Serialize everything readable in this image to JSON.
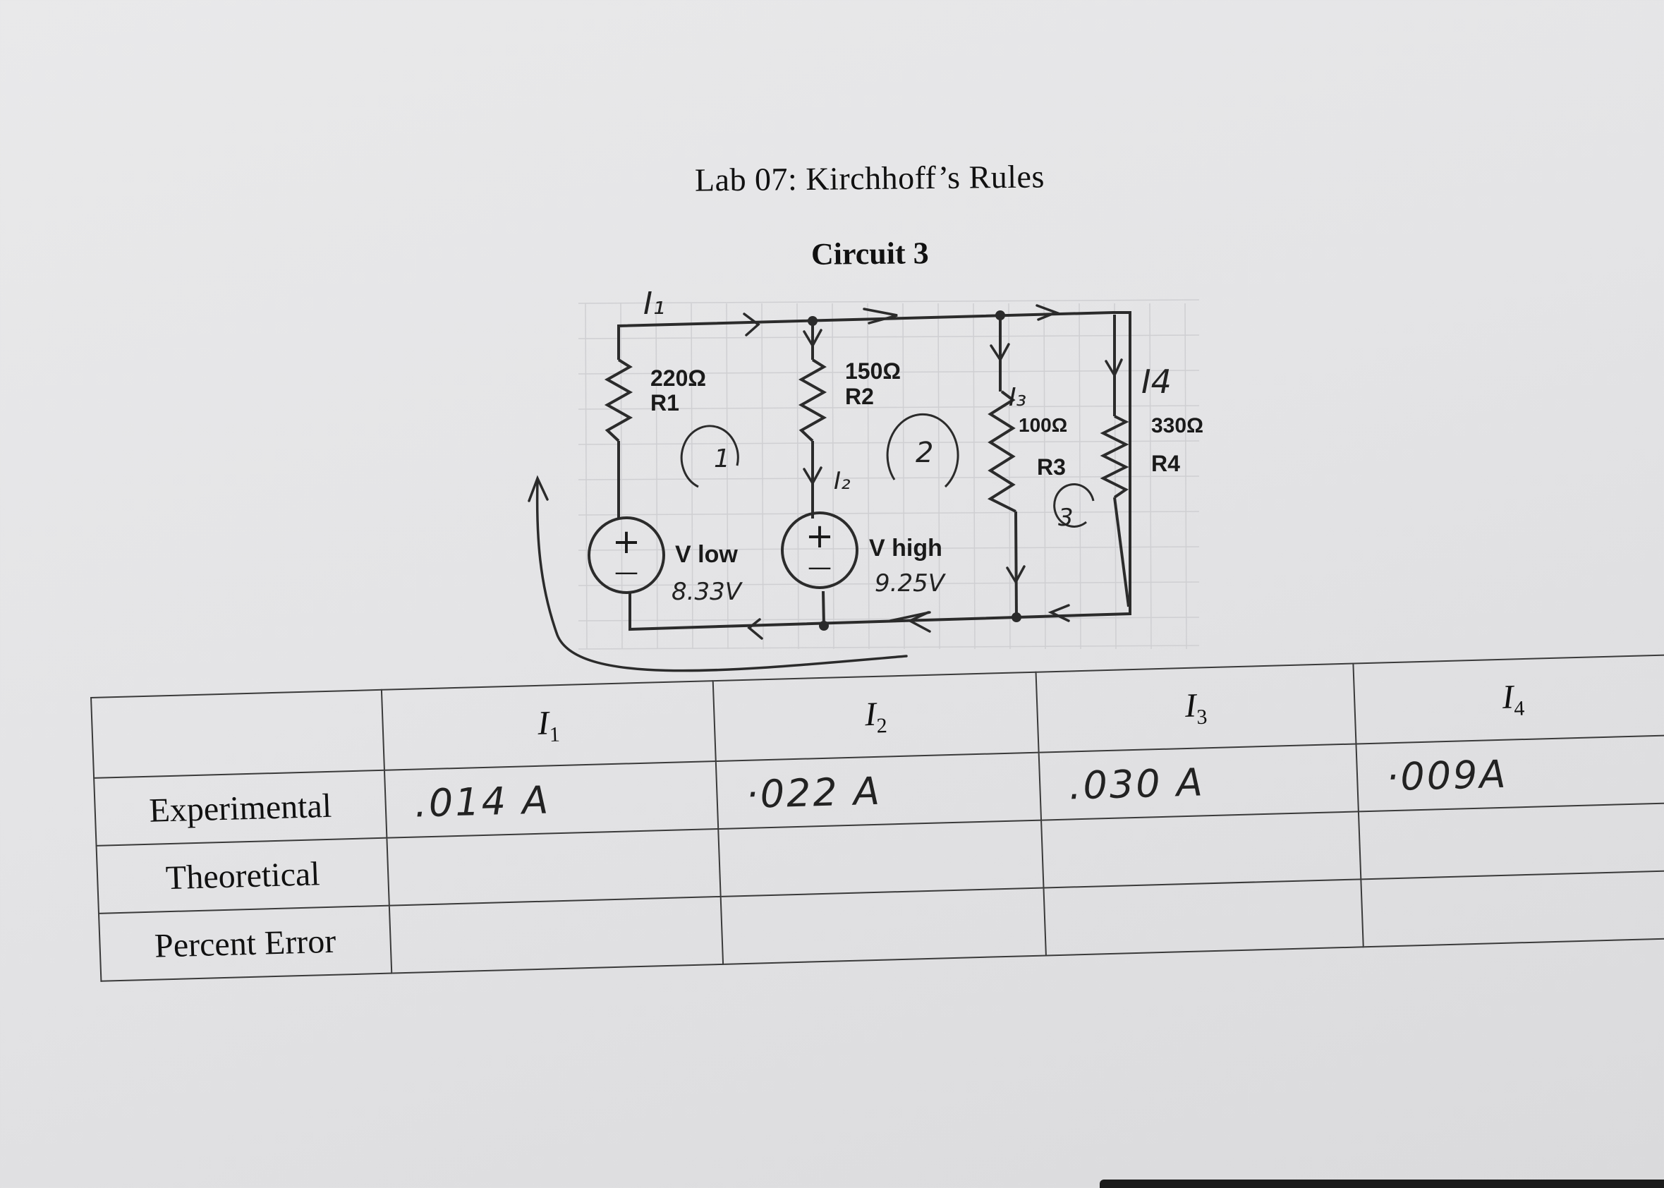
{
  "document": {
    "title": "Lab 07: Kirchhoff’s Rules",
    "subtitle": "Circuit 3"
  },
  "circuit": {
    "r1": {
      "label": "R1",
      "value": "220Ω"
    },
    "r2": {
      "label": "R2",
      "value": "150Ω"
    },
    "r3": {
      "label": "R3",
      "value": "100Ω"
    },
    "r4": {
      "label": "R4",
      "value": "330Ω"
    },
    "v_low": {
      "label": "V low",
      "value": "8.33V"
    },
    "v_high": {
      "label": "V high",
      "value": "9.25V"
    },
    "currents": {
      "i1": "I₁",
      "i2": "I₂",
      "i3": "I₃",
      "i4": "I4"
    },
    "loops": {
      "loop1": "1",
      "loop2": "2",
      "loop3": "3"
    },
    "plus": "+",
    "minus": "—"
  },
  "table": {
    "corner": "",
    "headers": [
      "I",
      "I",
      "I",
      "I"
    ],
    "subscripts": [
      "1",
      "2",
      "3",
      "4"
    ],
    "rows": [
      {
        "label": "Experimental",
        "values": [
          ".014 A",
          "·022 A",
          ".030 A",
          "·009A"
        ]
      },
      {
        "label": "Theoretical",
        "values": [
          "",
          "",
          "",
          ""
        ]
      },
      {
        "label": "Percent Error",
        "values": [
          "",
          "",
          "",
          ""
        ]
      }
    ]
  }
}
